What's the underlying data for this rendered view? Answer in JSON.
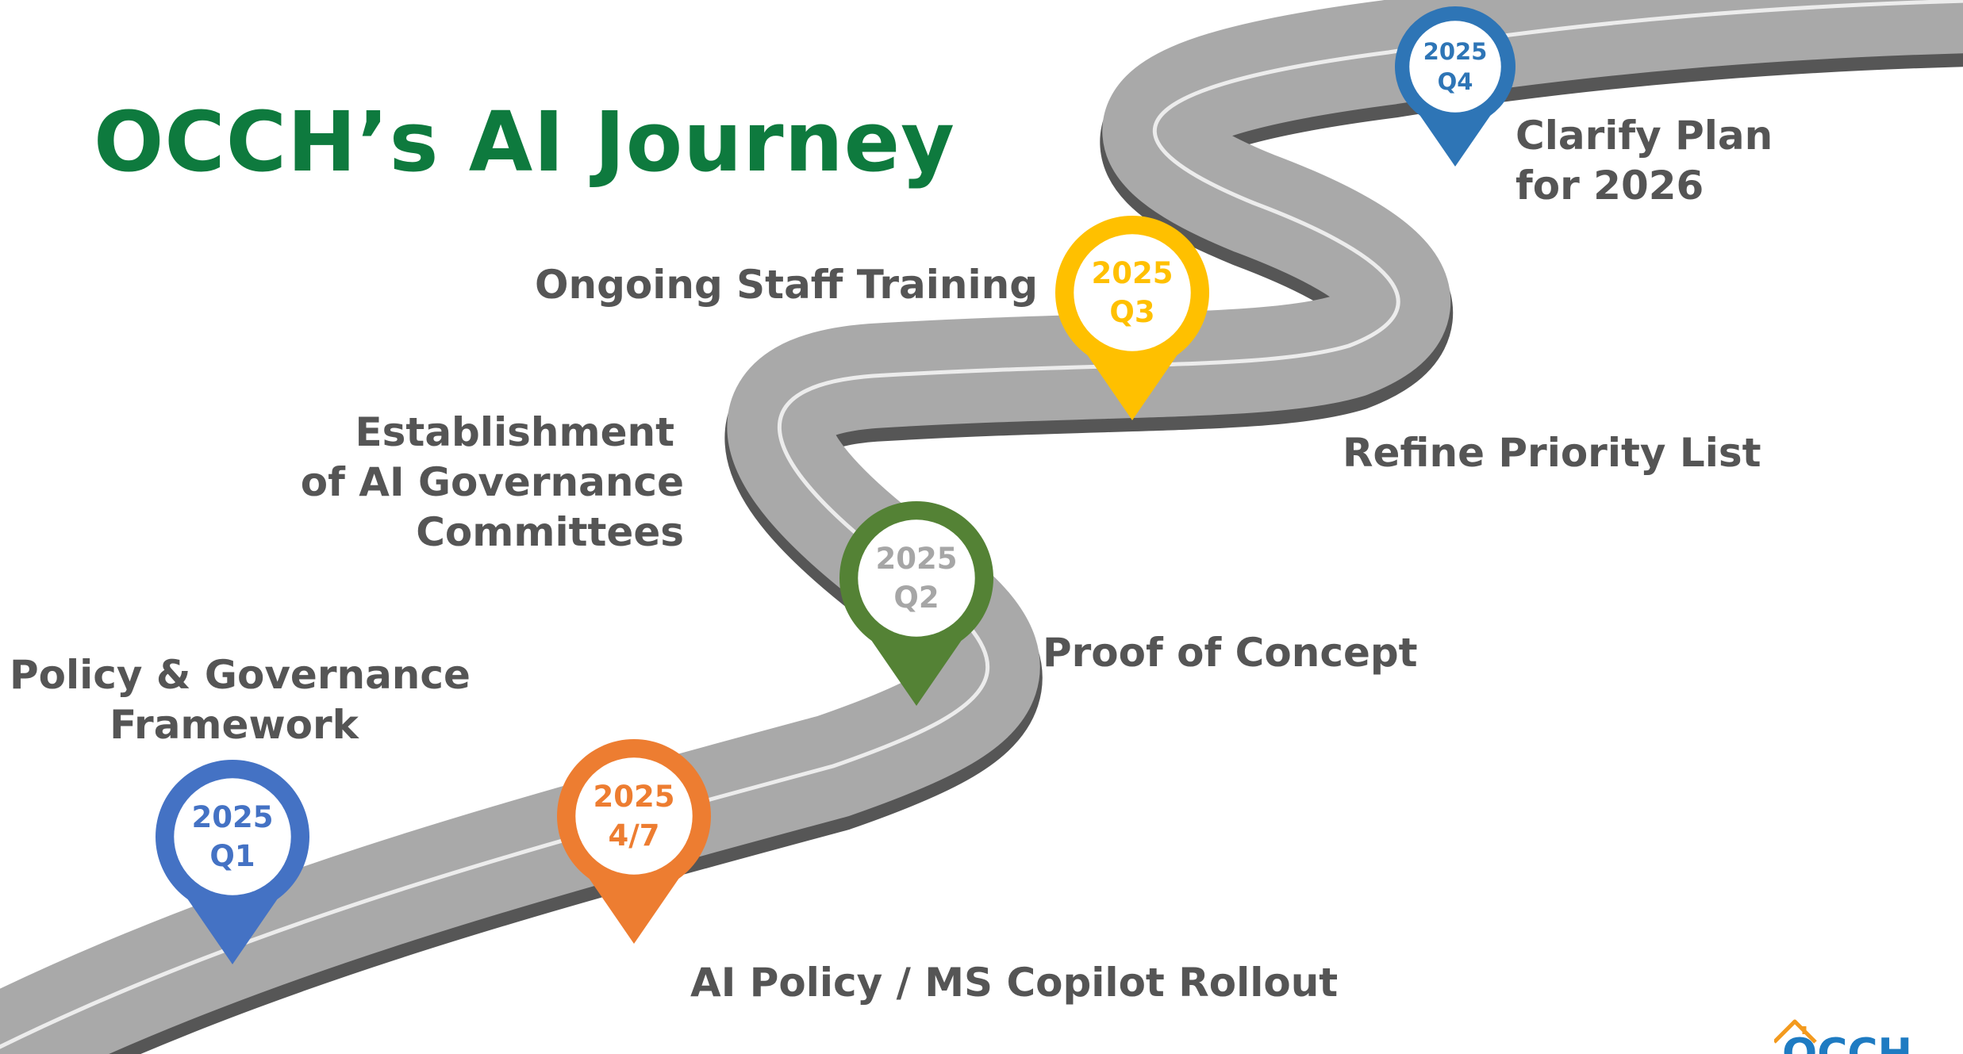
{
  "title": "OCCH’s AI Journey",
  "colors": {
    "title": "#0e7a3e",
    "label": "#555555",
    "road_surface": "#a9a9a9",
    "road_shadow": "#565656",
    "road_line": "#ececec",
    "logo_orange": "#f39a1e",
    "logo_blue": "#1e7bc2"
  },
  "milestones": [
    {
      "year": "2025",
      "period": "Q1",
      "color": "#4472c4",
      "text_color": "#4472c4",
      "label_lines": [
        "Policy & Governance",
        "Framework"
      ]
    },
    {
      "year": "2025",
      "period": "4/7",
      "color": "#ed7d31",
      "text_color": "#ed7d31",
      "label_lines": [
        "AI Policy / MS Copilot Rollout"
      ]
    },
    {
      "year": "2025",
      "period": "Q2",
      "color": "#548235",
      "text_color": "#a6a6a6",
      "label_lines": [
        "Establishment",
        "of AI Governance",
        "Committees"
      ],
      "label_lines_2": [
        "Proof of Concept"
      ]
    },
    {
      "year": "2025",
      "period": "Q3",
      "color": "#ffc000",
      "text_color": "#ffc000",
      "label_lines": [
        "Ongoing Staff Training"
      ],
      "label_lines_2": [
        "Refine Priority List"
      ]
    },
    {
      "year": "2025",
      "period": "Q4",
      "color": "#2e75b6",
      "text_color": "#2e75b6",
      "label_lines": [
        "Clarify Plan",
        "for 2026"
      ]
    }
  ],
  "logo": {
    "text": "OCCH",
    "icon": "house-roof-icon"
  }
}
